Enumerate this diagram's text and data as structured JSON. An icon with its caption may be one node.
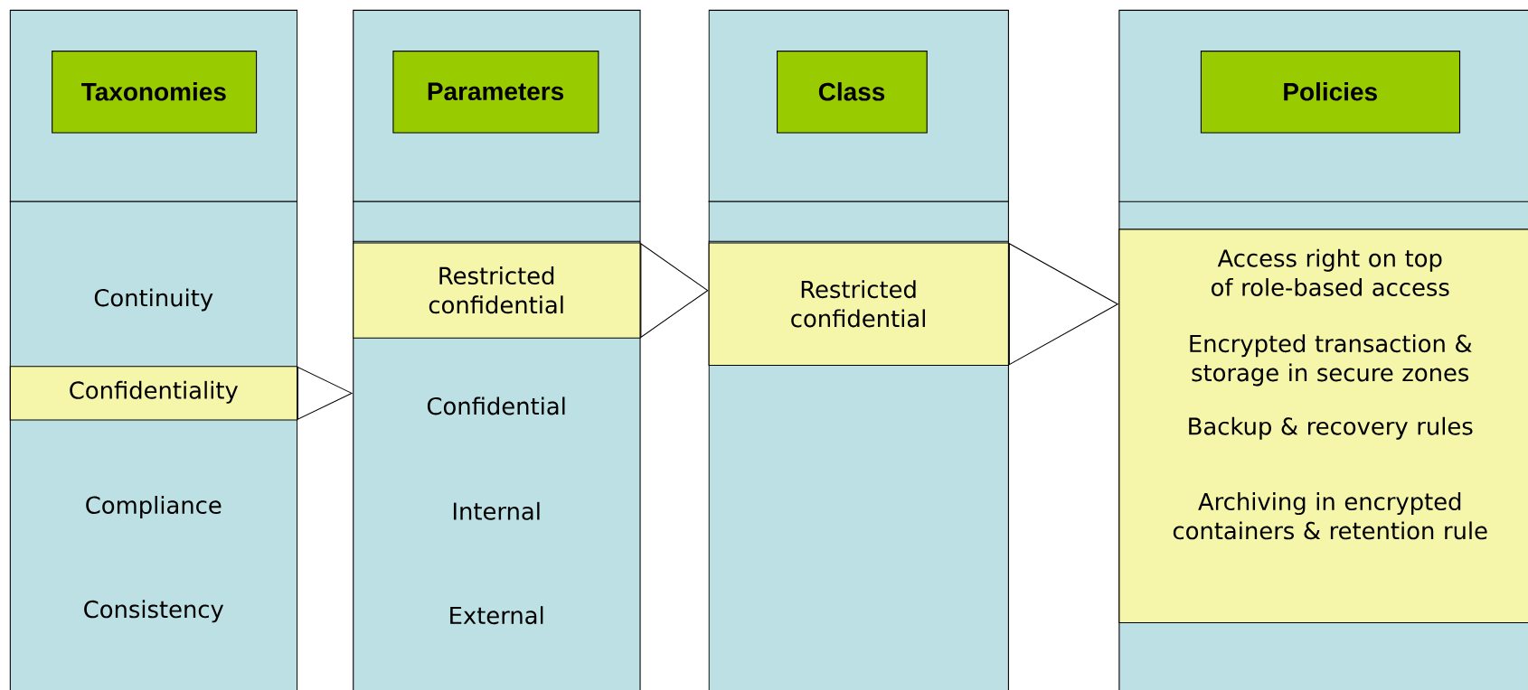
{
  "diagram": {
    "nodes": [
      {
        "text": [
          "Continuity",
          "Compliance",
          "Consistency"
        ]
      },
      {
        "text": [
          "Taxonomies"
        ],
        "in": 0
      },
      {
        "text": [
          "Confidentiality"
        ],
        "in": 0
      },
      {
        "text": [
          "Confidential",
          "Internal",
          "External"
        ]
      },
      {
        "text": [
          "Parameters"
        ],
        "in": 3
      },
      {
        "text": [
          "Restricted confidential"
        ],
        "in": 3
      },
      {
        "text": [],
        "shape": "box"
      },
      {
        "text": [
          "Class"
        ],
        "in": 6
      },
      {
        "text": [
          "Restricted confidential"
        ],
        "in": 6
      },
      {
        "text": [],
        "shape": "box"
      },
      {
        "text": [
          "Policies"
        ],
        "in": 9
      },
      {
        "text": [
          "Access right on top of role-based access",
          "Encrypted transaction & storage in secure zones",
          "Backup & recovery rules",
          "Archiving in encrypted containers & retention rule"
        ],
        "in": 9
      }
    ],
    "edges": [
      {
        "from": 2,
        "to": 3,
        "arrow": "to"
      },
      {
        "from": 5,
        "to": 8,
        "arrow": "to"
      },
      {
        "from": 8,
        "to": 11,
        "arrow": "to"
      }
    ]
  }
}
